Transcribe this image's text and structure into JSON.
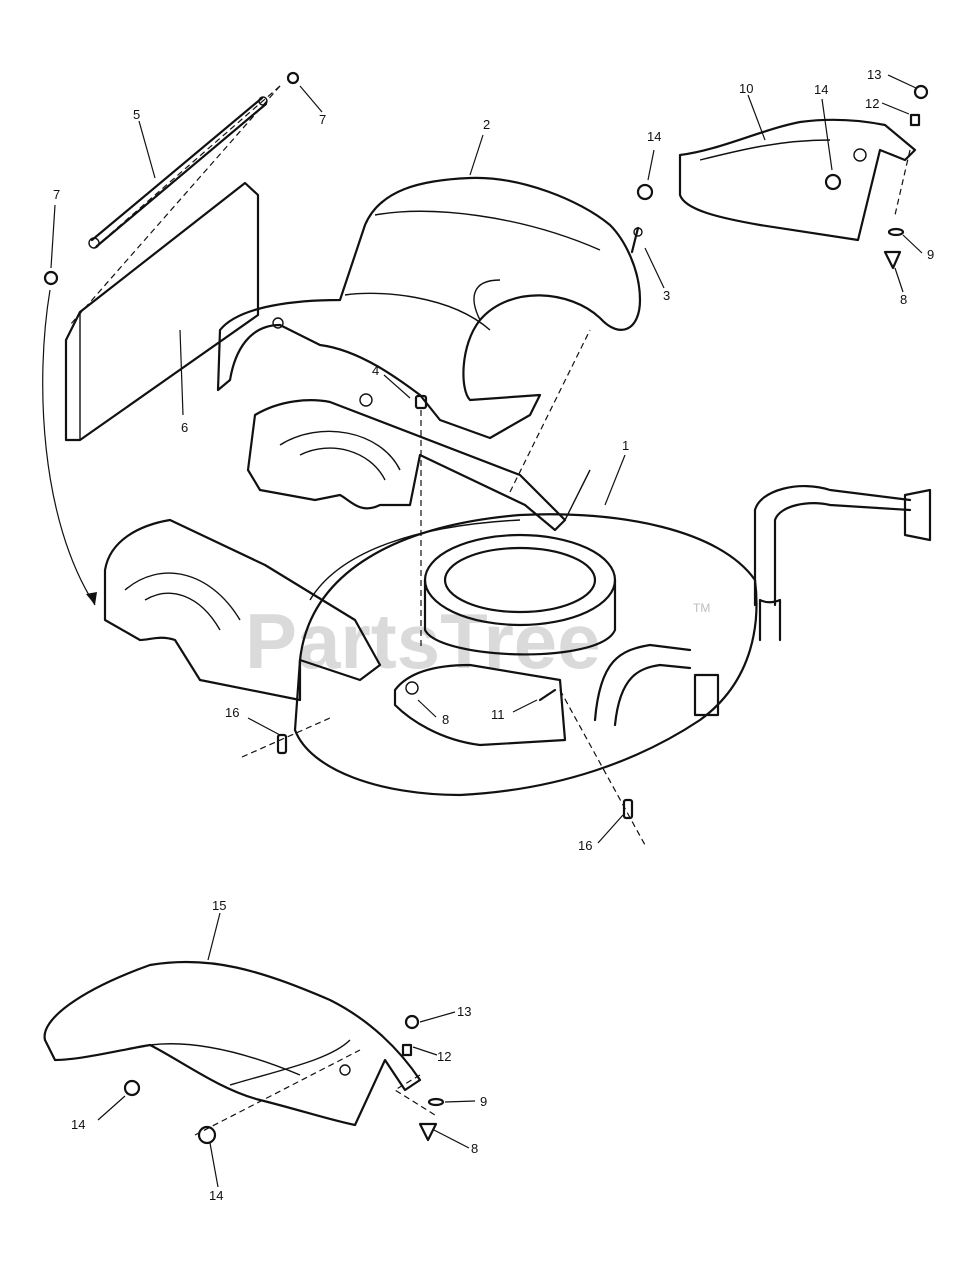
{
  "watermark": {
    "text": "PartsTree",
    "trademark": "TM"
  },
  "callouts": [
    {
      "id": "c1",
      "label": "1"
    },
    {
      "id": "c2",
      "label": "2"
    },
    {
      "id": "c3",
      "label": "3"
    },
    {
      "id": "c4",
      "label": "4"
    },
    {
      "id": "c5",
      "label": "5"
    },
    {
      "id": "c6",
      "label": "6"
    },
    {
      "id": "c7a",
      "label": "7"
    },
    {
      "id": "c7b",
      "label": "7"
    },
    {
      "id": "c8a",
      "label": "8"
    },
    {
      "id": "c8b",
      "label": "8"
    },
    {
      "id": "c8c",
      "label": "8"
    },
    {
      "id": "c9a",
      "label": "9"
    },
    {
      "id": "c9b",
      "label": "9"
    },
    {
      "id": "c10",
      "label": "10"
    },
    {
      "id": "c11",
      "label": "11"
    },
    {
      "id": "c12a",
      "label": "12"
    },
    {
      "id": "c12b",
      "label": "12"
    },
    {
      "id": "c13a",
      "label": "13"
    },
    {
      "id": "c13b",
      "label": "13"
    },
    {
      "id": "c14a",
      "label": "14"
    },
    {
      "id": "c14b",
      "label": "14"
    },
    {
      "id": "c14c",
      "label": "14"
    },
    {
      "id": "c14d",
      "label": "14"
    },
    {
      "id": "c15",
      "label": "15"
    },
    {
      "id": "c16a",
      "label": "16"
    },
    {
      "id": "c16b",
      "label": "16"
    }
  ]
}
